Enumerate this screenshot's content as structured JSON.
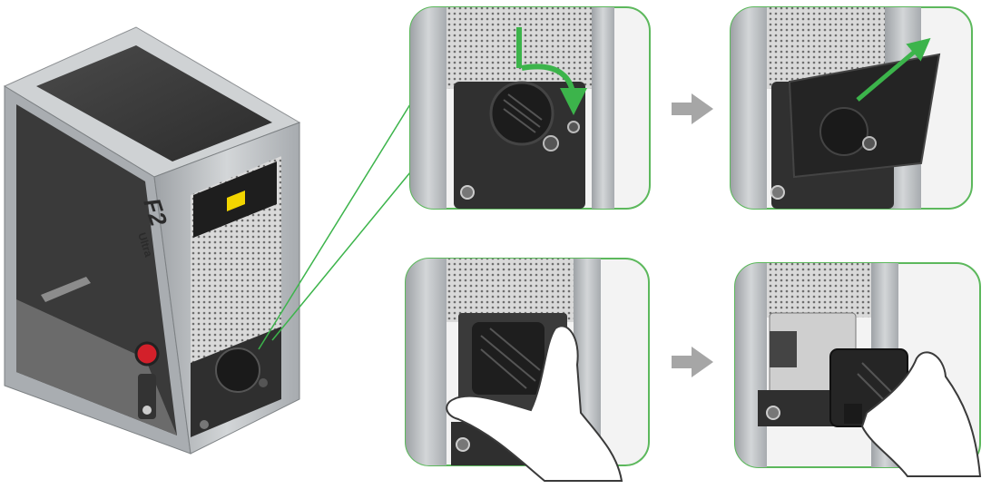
{
  "device": {
    "brand_model": "F2",
    "brand_suffix": "Ultra"
  },
  "colors": {
    "accent_green": "#3cb44b",
    "panel_border": "#5cb85c",
    "arrow_gray": "#a6a6a6",
    "metal": "#b9bcbf",
    "dark_plate": "#2f2f2f",
    "red_button": "#d3202a"
  },
  "steps": [
    {
      "id": 1,
      "action": "rotate-fan-counterclockwise-icon"
    },
    {
      "id": 2,
      "action": "pull-out-fan-cover-icon"
    },
    {
      "id": 3,
      "action": "grip-fan-module-icon"
    },
    {
      "id": 4,
      "action": "remove-fan-module-icon"
    }
  ]
}
